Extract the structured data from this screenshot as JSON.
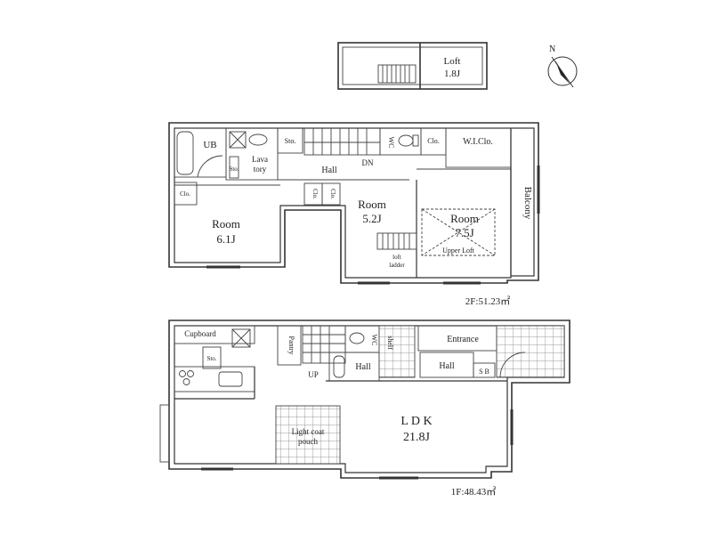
{
  "loft": {
    "label": "Loft",
    "size": "1.8J"
  },
  "compass": {
    "label": "N"
  },
  "floor2": {
    "area": "2F:51.23㎡",
    "ub": "UB",
    "lavatory_1": "Lava",
    "lavatory_2": "tory",
    "sto_1": "Sto.",
    "sto_2": "Sto.",
    "wc": "WC",
    "clo_1": "Clo.",
    "clo_2": "Clo.",
    "clo_3": "Clo.",
    "clo_4": "Clo.",
    "wiclo": "W.I.Clo.",
    "balcony": "Balcony",
    "hall": "Hall",
    "dn": "DN",
    "room_a": {
      "label": "Room",
      "size": "6.1J"
    },
    "room_b": {
      "label": "Room",
      "size": "5.2J"
    },
    "room_c": {
      "label": "Room",
      "size": "7.5J"
    },
    "upper_loft": "Upper Loft",
    "loft_ladder_1": "loft",
    "loft_ladder_2": "ladder"
  },
  "floor1": {
    "area": "1F:48.43㎡",
    "cupboard": "Cupboard",
    "pantry": "Pantry",
    "sto": "Sto.",
    "up": "UP",
    "hall_1": "Hall",
    "hall_2": "Hall",
    "wc": "WC",
    "shelf": "shelf",
    "entrance": "Entrance",
    "sb": "S B",
    "ldk": {
      "label": "L D K",
      "size": "21.8J"
    },
    "light_coat_1": "Light coat",
    "light_coat_2": "pouch"
  }
}
